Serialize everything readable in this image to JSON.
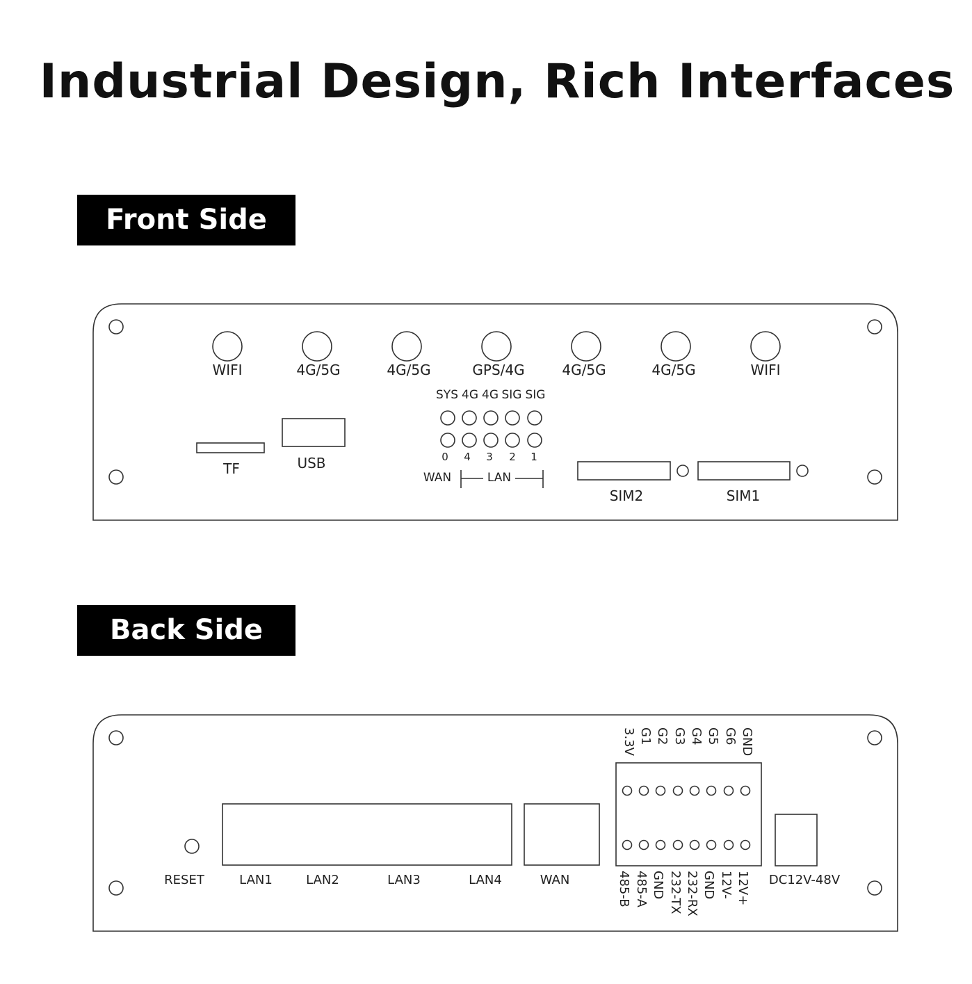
{
  "title": "Industrial Design, Rich Interfaces",
  "front": {
    "label": "Front Side",
    "antennas": [
      "WIFI",
      "4G/5G",
      "4G/5G",
      "GPS/4G",
      "4G/5G",
      "4G/5G",
      "WIFI"
    ],
    "tf_label": "TF",
    "usb_label": "USB",
    "led_top_labels": [
      "SYS",
      "4G",
      "4G",
      "SIG",
      "SIG"
    ],
    "led_bottom_labels": [
      "0",
      "4",
      "3",
      "2",
      "1"
    ],
    "wan_label": "WAN",
    "lan_label": "LAN",
    "sim2_label": "SIM2",
    "sim1_label": "SIM1"
  },
  "back": {
    "label": "Back Side",
    "reset_label": "RESET",
    "lan_ports": [
      "LAN1",
      "LAN2",
      "LAN3",
      "LAN4"
    ],
    "wan_label": "WAN",
    "terminal_top": [
      "3.3V",
      "G1",
      "G2",
      "G3",
      "G4",
      "G5",
      "G6",
      "GND"
    ],
    "terminal_bottom": [
      "485-B",
      "485-A",
      "GND",
      "232-TX",
      "232-RX",
      "GND",
      "12V-",
      "12V+"
    ],
    "power_label": "DC12V-48V"
  }
}
